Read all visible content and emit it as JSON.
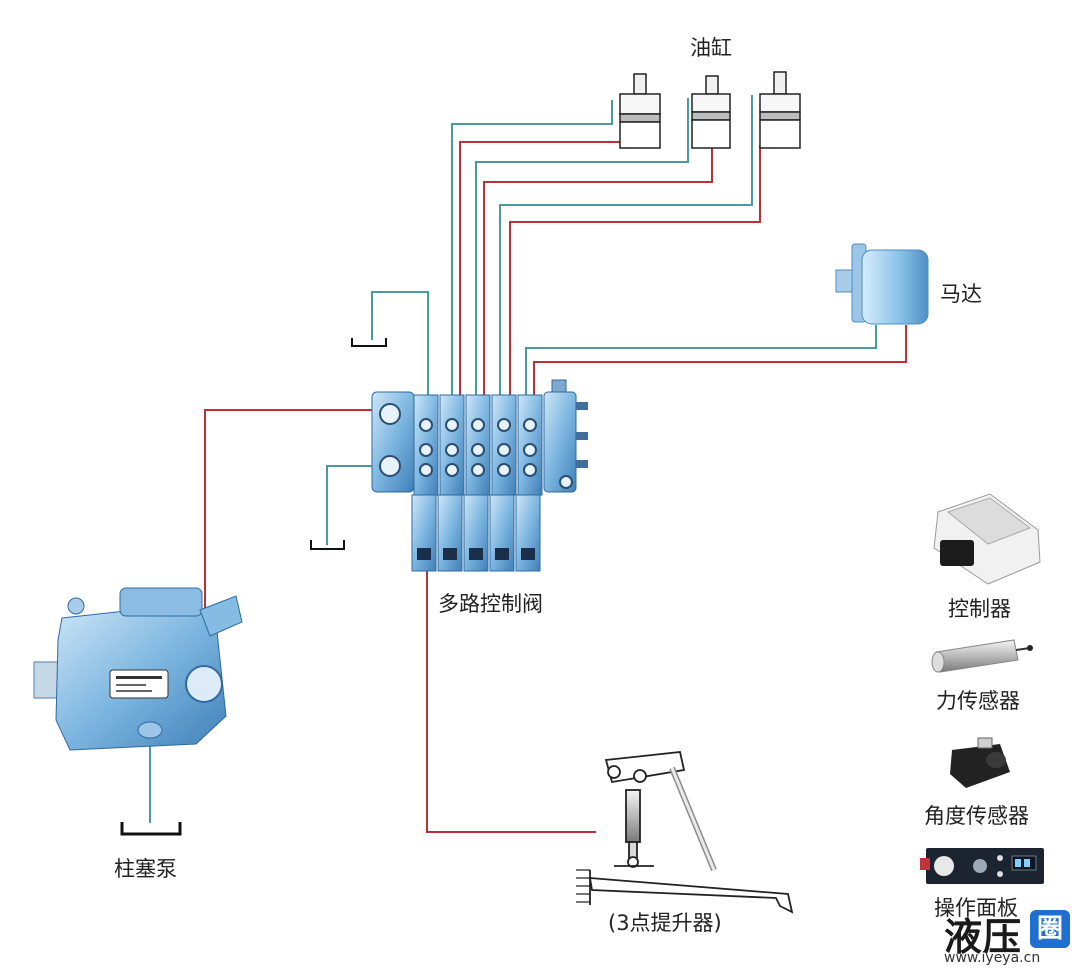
{
  "labels": {
    "cylinder": "油缸",
    "motor": "马达",
    "valve": "多路控制阀",
    "pump": "柱塞泵",
    "lift": "(3点提升器)",
    "controller": "控制器",
    "force_sensor": "力传感器",
    "angle_sensor": "角度传感器",
    "panel": "操作面板"
  },
  "watermark": {
    "brand": "液压",
    "badge": "圈",
    "url": "www.iyeya.cn"
  },
  "colors": {
    "pressure_line": "#b8323a",
    "return_line": "#4a9aa0",
    "component_blue": "#6fa8d6",
    "watermark_blue": "#1f6fd0"
  }
}
